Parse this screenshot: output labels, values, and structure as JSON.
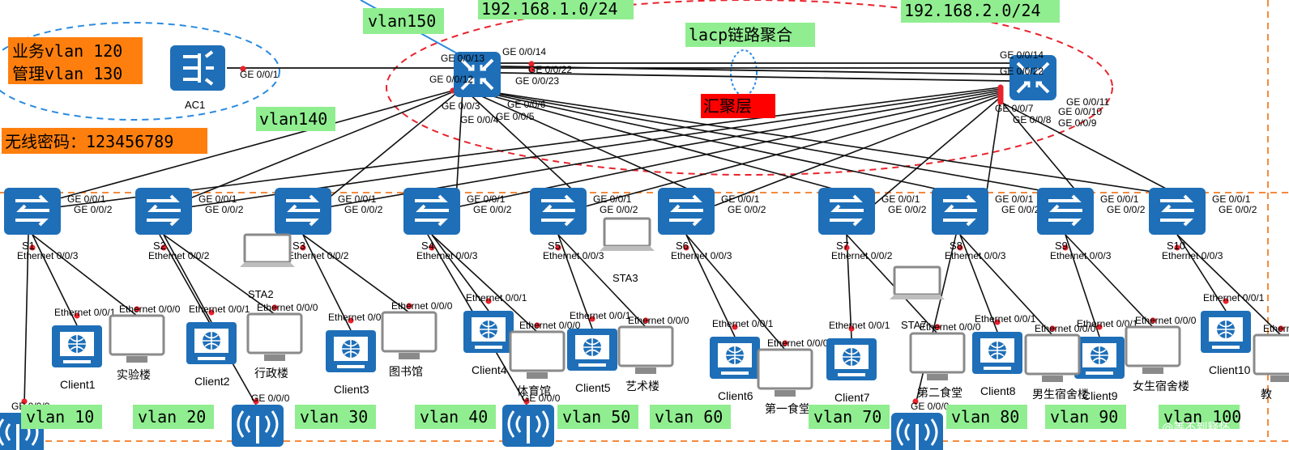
{
  "notes": {
    "service_vlan": "业务vlan 120",
    "mgmt_vlan": "管理vlan 130",
    "wifi_password": "无线密码：123456789",
    "lacp": "lacp链路聚合",
    "layer": "汇聚层",
    "subnet_left": "192.168.1.0/24",
    "subnet_right": "192.168.2.0/24",
    "vlan150": "vlan150",
    "vlan140": "vlan140"
  },
  "colors": {
    "orange": "#ff7f0e",
    "green": "#90ee90",
    "red": "#ff0000",
    "blue": "#1e6fb8",
    "dash_red": "#e8232c",
    "dash_blue": "#2a8ae0",
    "dash_orange": "#f58a3c"
  },
  "ac": {
    "label": "AC1",
    "port": "GE 0/0/1"
  },
  "core_left_ports": [
    "GE 0/0/13",
    "GE 0/0/14",
    "GE 0/0/22",
    "GE 0/0/12",
    "GE 0/0/23",
    "GE 0/0/3",
    "GE 0/0/6",
    "GE 0/0/4",
    "GE 0/0/5"
  ],
  "core_right_ports": [
    "GE 0/0/14",
    "GE 0/0/22",
    "GE 0/0/7",
    "GE 0/0/8",
    "GE 0/0/9",
    "GE 0/0/10",
    "GE 0/0/11"
  ],
  "switches": [
    {
      "name": "S1",
      "up1": "GE 0/0/1",
      "up2": "GE 0/0/2",
      "d1": "Ethernet 0/0/3",
      "d2": "Ethernet 0/0/1",
      "d3": "Ethernet 0/0/0"
    },
    {
      "name": "S2",
      "up1": "GE 0/0/1",
      "up2": "GE 0/0/2",
      "d1": "Ethernet 0/0/2",
      "d2": "Ethernet 0/0/1",
      "d3": "Ethernet 0/0/0"
    },
    {
      "name": "S3",
      "up1": "GE 0/0/1",
      "up2": "GE 0/0/2",
      "d1": "Ethernet 0/0/2",
      "d2": "Ethernet 0/0/1",
      "d3": "Ethernet 0/0/0"
    },
    {
      "name": "S4",
      "up1": "GE 0/0/1",
      "up2": "GE 0/0/2",
      "d1": "Ethernet 0/0/3",
      "d2": "Ethernet 0/0/1",
      "d3": "Ethernet 0/0/0"
    },
    {
      "name": "S5",
      "up1": "GE 0/0/1",
      "up2": "GE 0/0/2",
      "d1": "Ethernet 0/0/3",
      "d2": "Ethernet 0/0/1",
      "d3": "Ethernet 0/0/0"
    },
    {
      "name": "S6",
      "up1": "GE 0/0/1",
      "up2": "GE 0/0/2",
      "d1": "Ethernet 0/0/3",
      "d2": "Ethernet 0/0/1",
      "d3": "Ethernet 0/0/0"
    },
    {
      "name": "S7",
      "up1": "GE 0/0/1",
      "up2": "GE 0/0/2",
      "d1": "Ethernet 0/0/2",
      "d2": "Ethernet 0/0/1",
      "d3": "Ethernet 0/0/0"
    },
    {
      "name": "S8",
      "up1": "GE 0/0/1",
      "up2": "GE 0/0/2",
      "d1": "Ethernet 0/0/3",
      "d2": "Ethernet 0/0/1",
      "d3": "Ethernet 0/0/0"
    },
    {
      "name": "S9",
      "up1": "GE 0/0/1",
      "up2": "GE 0/0/2",
      "d1": "Ethernet 0/0/3",
      "d2": "Ethernet 0/0/1",
      "d3": "Ethernet 0/0/0"
    },
    {
      "name": "S10",
      "up1": "GE 0/0/1",
      "up2": "GE 0/0/2",
      "d1": "Ethernet 0/0/3",
      "d2": "Ethernet 0/0/1",
      "d3": "Ethernet 0/0/0"
    }
  ],
  "clients": [
    "Client1",
    "Client2",
    "Client3",
    "Client4",
    "Client5",
    "Client6",
    "Client7",
    "Client8",
    "Client9",
    "Client10"
  ],
  "servers": [
    "实验楼",
    "行政楼",
    "图书馆",
    "体育馆",
    "艺术楼",
    "第一食堂",
    "第二食堂",
    "男生宿舍楼",
    "女生宿舍楼",
    "教"
  ],
  "stas": [
    "STA2",
    "STA3",
    "STA7"
  ],
  "ap_port": "GE 0/0/0",
  "vlans": [
    "vlan 10",
    "vlan 20",
    "vlan 30",
    "vlan 40",
    "vlan 50",
    "vlan 60",
    "vlan 70",
    "vlan 80",
    "vlan 90",
    "vlan 100"
  ],
  "watermark": "CSDN @等不到释怀"
}
